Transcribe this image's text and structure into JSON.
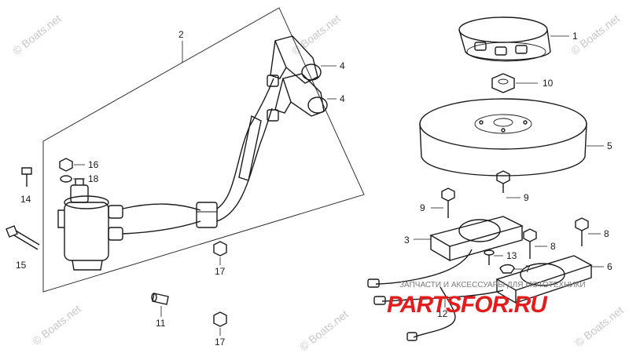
{
  "watermark": {
    "text": "© Boats.net",
    "positions": [
      [
        50,
        48,
        -38
      ],
      [
        405,
        48,
        -38
      ],
      [
        760,
        48,
        -38
      ],
      [
        75,
        418,
        -38
      ],
      [
        415,
        425,
        -38
      ],
      [
        765,
        420,
        -38
      ]
    ]
  },
  "brand": {
    "name": "PARTSFOR.RU",
    "tagline": "ЗАПЧАСТИ И АКСЕССУАРЫ ДЛЯ МОТОТЕХНИКИ"
  },
  "callouts": {
    "c1": "1",
    "c2": "2",
    "c3": "3",
    "c4a": "4",
    "c4b": "4",
    "c5": "5",
    "c6": "6",
    "c7": "7",
    "c8a": "8",
    "c8b": "8",
    "c9a": "9",
    "c9b": "9",
    "c10": "10",
    "c11": "11",
    "c12": "12",
    "c13": "13",
    "c14": "14",
    "c15": "15",
    "c16": "16",
    "c17a": "17",
    "c17b": "17",
    "c18": "18"
  },
  "colors": {
    "line": "#1a1a1a",
    "watermark": "#c8c8c8",
    "brand": "#e21d1d"
  }
}
